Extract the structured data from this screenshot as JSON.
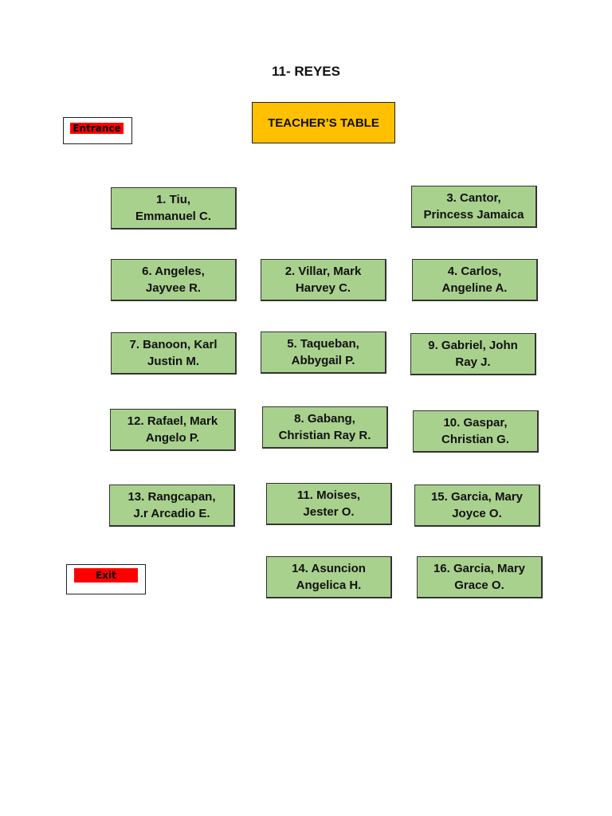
{
  "title": "11- REYES",
  "teacher_table": "TEACHER’S TABLE",
  "entrance": "Entrance",
  "exit": "Exit",
  "seats": [
    {
      "line1": "1. Tiu,",
      "line2": "Emmanuel C."
    },
    {
      "line1": "3. Cantor,",
      "line2": "Princess Jamaica"
    },
    {
      "line1": "6. Angeles,",
      "line2": "Jayvee R."
    },
    {
      "line1": "2. Villar, Mark",
      "line2": "Harvey C."
    },
    {
      "line1": "4. Carlos,",
      "line2": "Angeline A."
    },
    {
      "line1": "7. Banoon, Karl",
      "line2": "Justin M."
    },
    {
      "line1": "5. Taqueban,",
      "line2": "Abbygail P."
    },
    {
      "line1": "9. Gabriel, John",
      "line2": "Ray J."
    },
    {
      "line1": "12. Rafael, Mark",
      "line2": "Angelo P."
    },
    {
      "line1": "8. Gabang,",
      "line2": "Christian Ray R."
    },
    {
      "line1": "10. Gaspar,",
      "line2": "Christian G."
    },
    {
      "line1": "13. Rangcapan,",
      "line2": "J.r Arcadio E."
    },
    {
      "line1": "11. Moises,",
      "line2": "Jester O."
    },
    {
      "line1": "15. Garcia, Mary",
      "line2": "Joyce O."
    },
    {
      "line1": "14. Asuncion",
      "line2": "Angelica H."
    },
    {
      "line1": "16. Garcia, Mary",
      "line2": "Grace O."
    }
  ]
}
